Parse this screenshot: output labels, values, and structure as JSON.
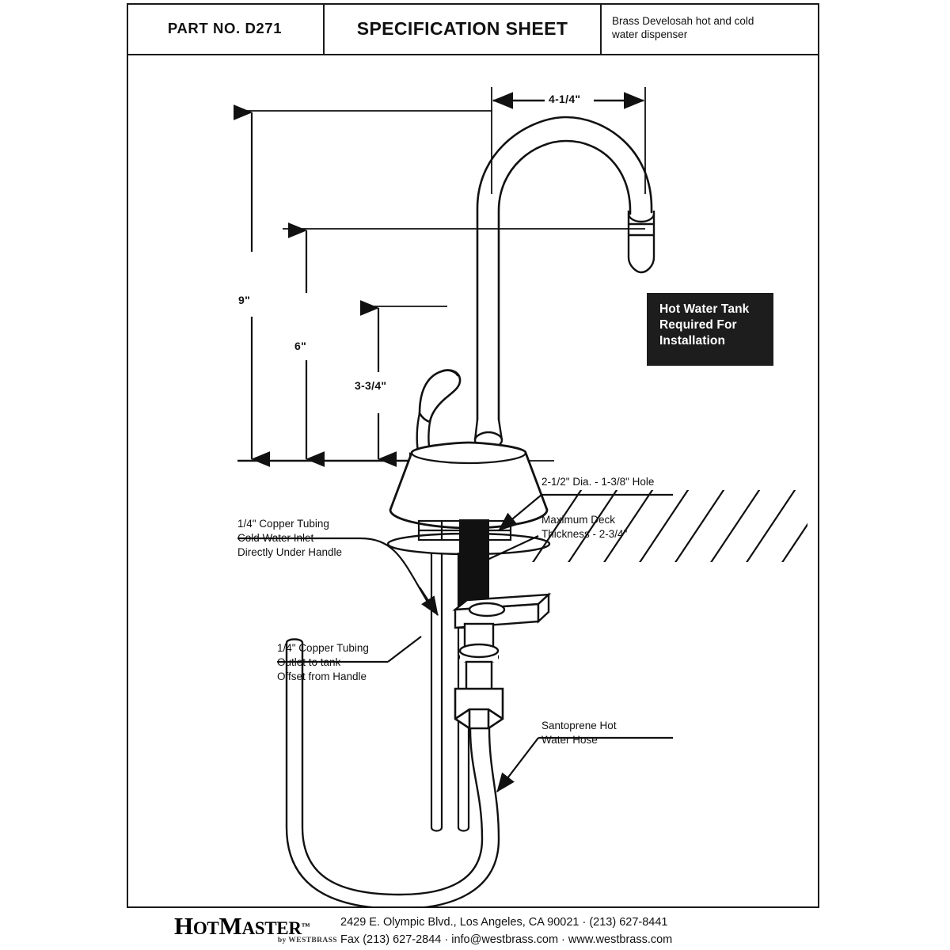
{
  "header": {
    "part_label": "PART NO.  D271",
    "title": "SPECIFICATION SHEET",
    "description": "Brass Develosah hot and cold water dispenser"
  },
  "drawing": {
    "dimensions": {
      "width_top": "4-1/4\"",
      "height_total": "9\"",
      "height_spout": "6\"",
      "height_handle": "3-3/4\""
    },
    "callouts": {
      "tank_note_line1": "Hot Water Tank",
      "tank_note_line2": "Required For",
      "tank_note_line3": "Installation",
      "hole": "2-1/2\" Dia. - 1-3/8\" Hole",
      "deck_line1": "Maximum Deck",
      "deck_line2": "Thickness - 2-3/4\"",
      "cold_line1": "1/4\" Copper Tubing",
      "cold_line2": "Cold Water Inlet",
      "cold_line3": "Directly Under Handle",
      "outlet_line1": "1/4\" Copper Tubing",
      "outlet_line2": "Outlet to tank",
      "outlet_line3": "Offset from Handle",
      "hose_line1": "Santoprene Hot",
      "hose_line2": "Water Hose"
    }
  },
  "footer": {
    "brand_hot": "H",
    "brand_ot": "OT",
    "brand_m": "M",
    "brand_aster": "ASTER",
    "brand_tm": "™",
    "brand_sub": "by WESTBRASS",
    "address_line1": "2429 E. Olympic Blvd., Los Angeles, CA  90021 · (213) 627-8441",
    "address_line2": "Fax (213) 627-2844 · info@westbrass.com ·  www.westbrass.com"
  },
  "colors": {
    "ink": "#1a1a1a",
    "note_bg": "#1d1d1d",
    "note_fg": "#ffffff"
  }
}
